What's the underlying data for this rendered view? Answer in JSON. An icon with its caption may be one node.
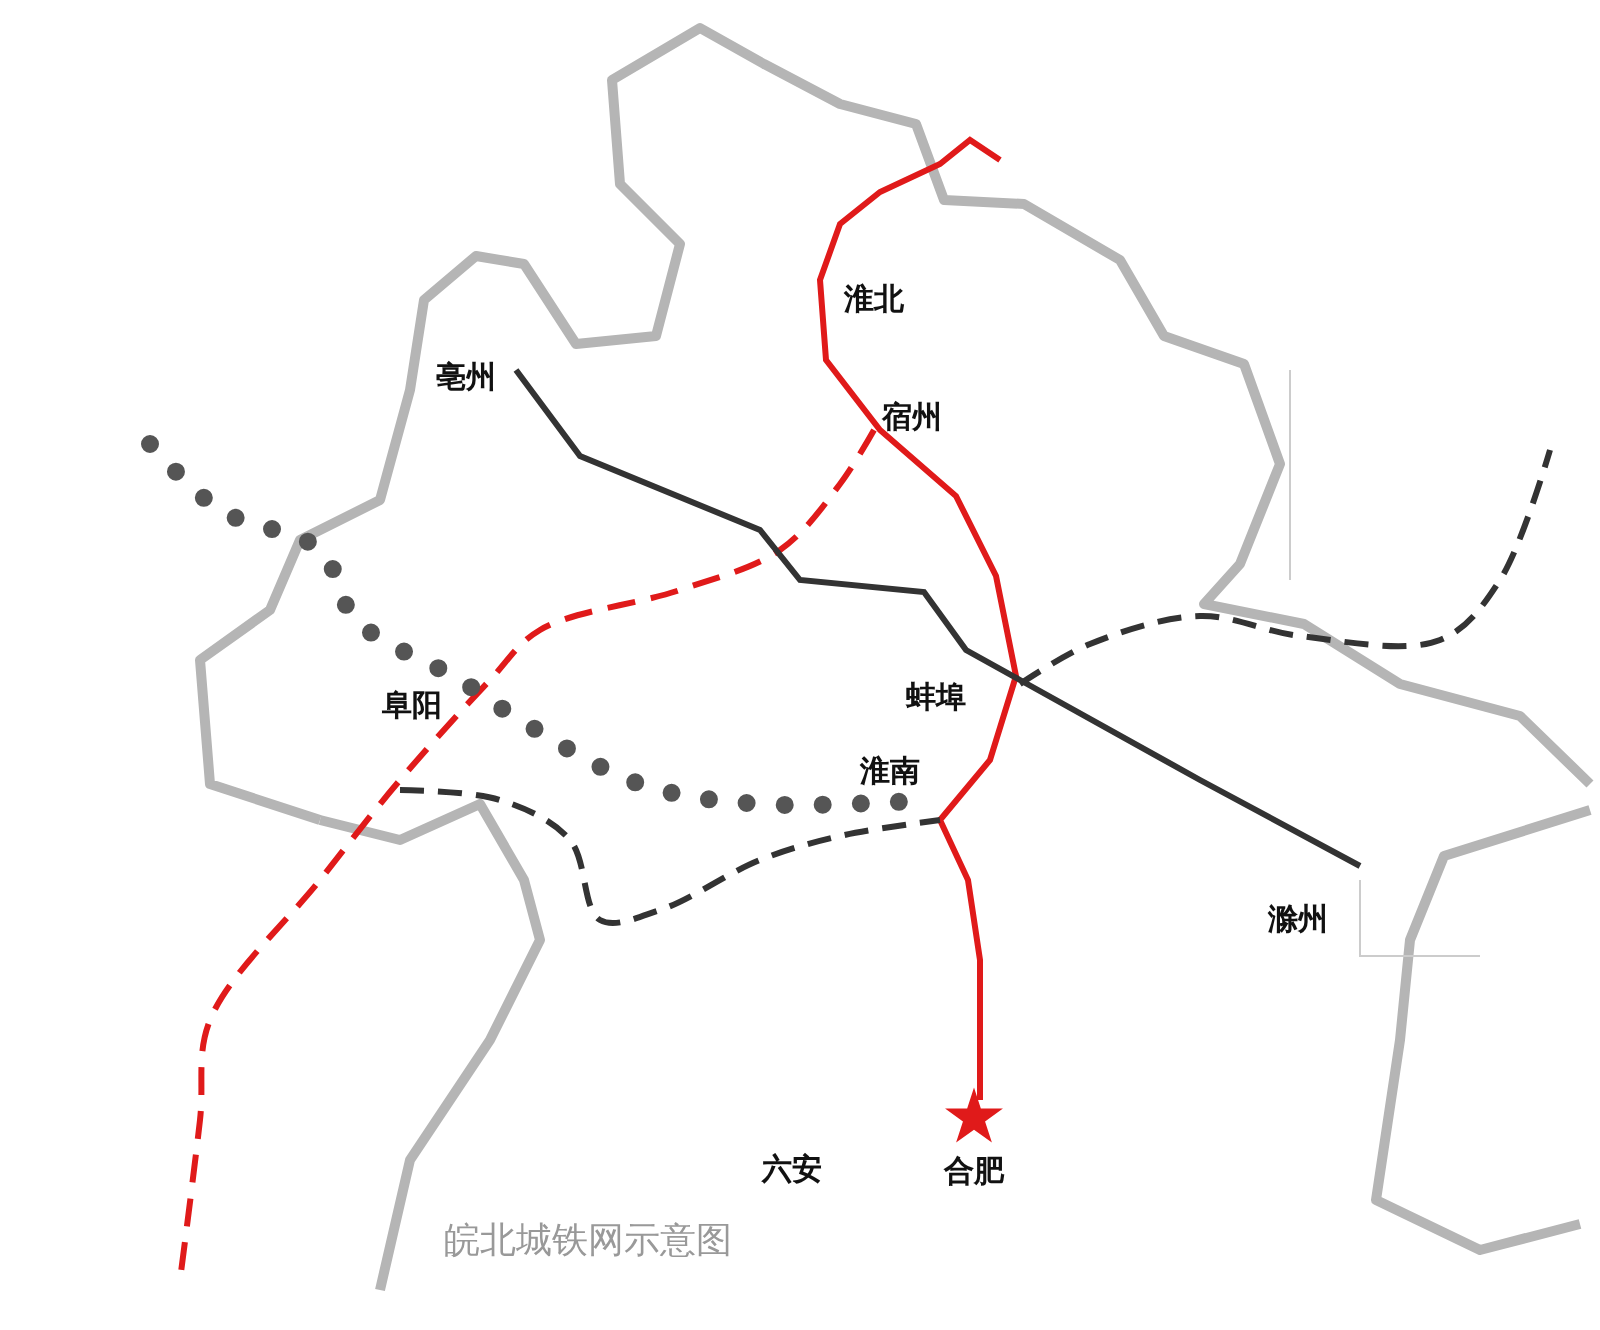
{
  "diagram": {
    "caption": "皖北城铁网示意图",
    "labels": [
      "淮北",
      "亳州",
      "宿州",
      "阜阳",
      "蚌埠",
      "淮南",
      "滁州",
      "六安",
      "合肥"
    ]
  }
}
